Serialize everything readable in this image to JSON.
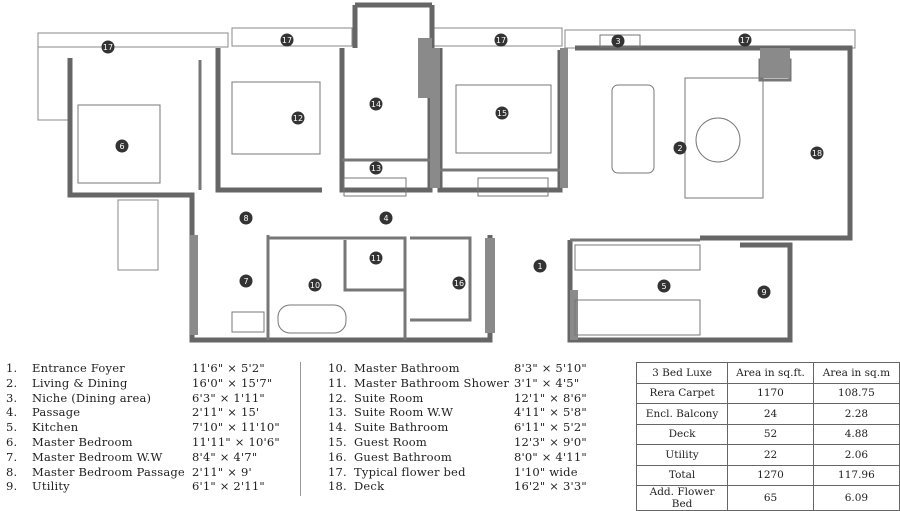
{
  "floor_plan": {
    "room_markers": [
      {
        "id": "1",
        "label": "1"
      },
      {
        "id": "2",
        "label": "2"
      },
      {
        "id": "3",
        "label": "3"
      },
      {
        "id": "4",
        "label": "4"
      },
      {
        "id": "5",
        "label": "5"
      },
      {
        "id": "6",
        "label": "6"
      },
      {
        "id": "7",
        "label": "7"
      },
      {
        "id": "8",
        "label": "8"
      },
      {
        "id": "9",
        "label": "9"
      },
      {
        "id": "10",
        "label": "10"
      },
      {
        "id": "11",
        "label": "11"
      },
      {
        "id": "12",
        "label": "12"
      },
      {
        "id": "13",
        "label": "13"
      },
      {
        "id": "14",
        "label": "14"
      },
      {
        "id": "15",
        "label": "15"
      },
      {
        "id": "16",
        "label": "16"
      },
      {
        "id": "17",
        "label": "17"
      },
      {
        "id": "18",
        "label": "18"
      }
    ]
  },
  "legend": [
    {
      "num": "1.",
      "name": "Entrance Foyer",
      "dim": "11'6\" × 5'2\""
    },
    {
      "num": "2.",
      "name": "Living & Dining",
      "dim": "16'0\" × 15'7\""
    },
    {
      "num": "3.",
      "name": "Niche (Dining area)",
      "dim": "6'3\" × 1'11\""
    },
    {
      "num": "4.",
      "name": "Passage",
      "dim": "2'11\" × 15'"
    },
    {
      "num": "5.",
      "name": "Kitchen",
      "dim": "7'10\" × 11'10\""
    },
    {
      "num": "6.",
      "name": "Master Bedroom",
      "dim": "11'11\" × 10'6\""
    },
    {
      "num": "7.",
      "name": "Master Bedroom W.W",
      "dim": "8'4\" × 4'7\""
    },
    {
      "num": "8.",
      "name": "Master Bedroom Passage",
      "dim": "2'11\" × 9'"
    },
    {
      "num": "9.",
      "name": "Utility",
      "dim": "6'1\" × 2'11\""
    },
    {
      "num": "10.",
      "name": "Master Bathroom",
      "dim": "8'3\" × 5'10\""
    },
    {
      "num": "11.",
      "name": "Master Bathroom Shower",
      "dim": "3'1\" × 4'5\""
    },
    {
      "num": "12.",
      "name": "Suite Room",
      "dim": "12'1\" × 8'6\""
    },
    {
      "num": "13.",
      "name": "Suite Room W.W",
      "dim": "4'11\" × 5'8\""
    },
    {
      "num": "14.",
      "name": "Suite Bathroom",
      "dim": "6'11\" × 5'2\""
    },
    {
      "num": "15.",
      "name": "Guest Room",
      "dim": "12'3\" × 9'0\""
    },
    {
      "num": "16.",
      "name": "Guest Bathroom",
      "dim": "8'0\" × 4'11\""
    },
    {
      "num": "17.",
      "name": "Typical flower bed",
      "dim": "1'10\" wide"
    },
    {
      "num": "18.",
      "name": "Deck",
      "dim": "16'2\" × 3'3\""
    }
  ],
  "area_table": {
    "headers": [
      "3 Bed Luxe",
      "Area in sq.ft.",
      "Area in sq.m"
    ],
    "rows": [
      [
        "Rera Carpet",
        "1170",
        "108.75"
      ],
      [
        "Encl. Balcony",
        "24",
        "2.28"
      ],
      [
        "Deck",
        "52",
        "4.88"
      ],
      [
        "Utility",
        "22",
        "2.06"
      ],
      [
        "Total",
        "1270",
        "117.96"
      ],
      [
        "Add. Flower Bed",
        "65",
        "6.09"
      ]
    ]
  },
  "colors": {
    "wall": "#666666",
    "line": "#777777",
    "marker_fill": "#333333",
    "marker_text": "#ffffff"
  }
}
